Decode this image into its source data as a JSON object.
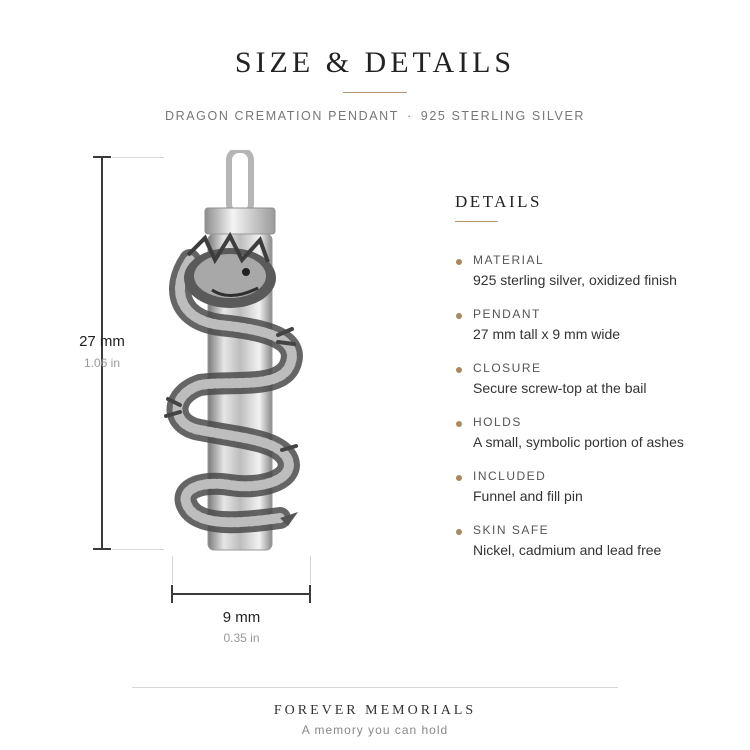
{
  "header": {
    "title": "SIZE & DETAILS",
    "subtitle_product": "DRAGON CREMATION PENDANT",
    "subtitle_separator": "·",
    "subtitle_material": "925 STERLING SILVER"
  },
  "dimensions": {
    "height_mm": "27 mm",
    "height_in": "1.06 in",
    "width_mm": "9 mm",
    "width_in": "0.35 in"
  },
  "details": {
    "heading": "DETAILS",
    "items": [
      {
        "label": "MATERIAL",
        "value": "925 sterling silver, oxidized finish"
      },
      {
        "label": "PENDANT",
        "value": "27 mm tall x 9 mm wide"
      },
      {
        "label": "CLOSURE",
        "value": "Secure screw-top at the bail"
      },
      {
        "label": "HOLDS",
        "value": "A small, symbolic portion of ashes"
      },
      {
        "label": "INCLUDED",
        "value": "Funnel and fill pin"
      },
      {
        "label": "SKIN SAFE",
        "value": "Nickel, cadmium and lead free"
      }
    ]
  },
  "footer": {
    "brand": "FOREVER MEMORIALS",
    "tagline": "A memory you can hold"
  },
  "colors": {
    "accent": "#b8956a",
    "bullet": "#a88a62",
    "dimension_line": "#3a3a3a"
  }
}
